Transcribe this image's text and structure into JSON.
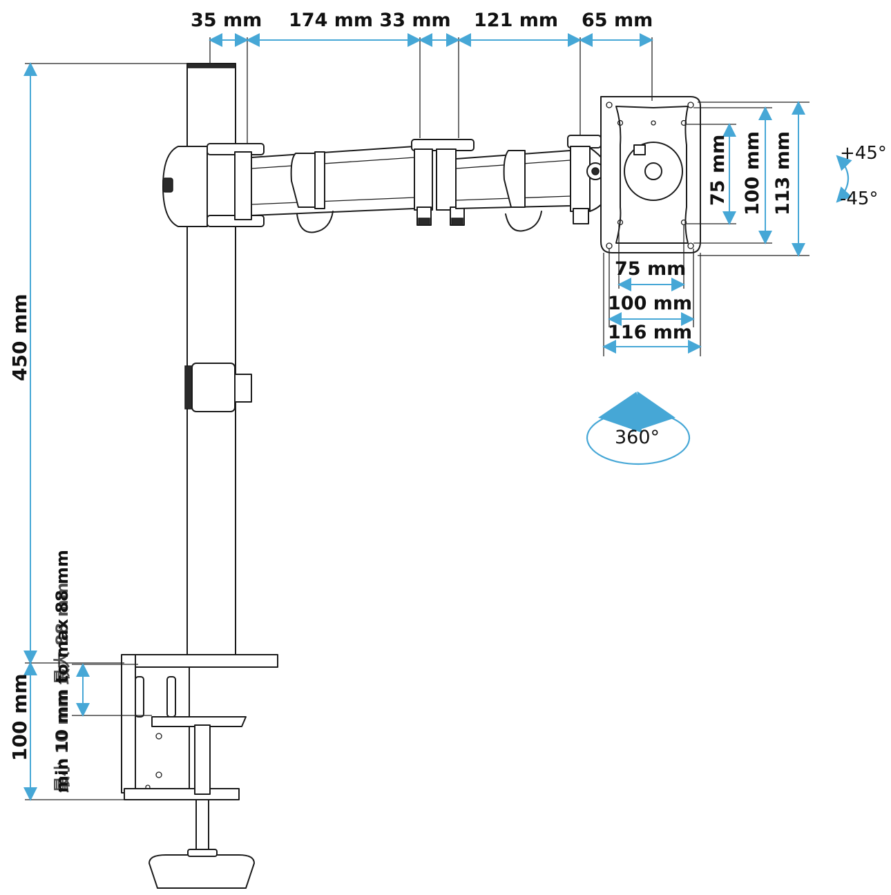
{
  "colors": {
    "dimension_accent": "#46a7d6",
    "line_art": "#1a1a1a",
    "text": "#111111",
    "background": "#ffffff"
  },
  "top_dimensions": {
    "d1": "35 mm",
    "d2": "174 mm 33 mm",
    "d3": "121 mm",
    "d4": "65 mm"
  },
  "vertical_dimensions": {
    "pole_height": "450 mm",
    "clamp_height": "100 mm",
    "desk_range": "min 10 mm to max 88 mm",
    "desk_range_overlay": "最小 10 mm 最大 88 mm"
  },
  "vesa": {
    "v_inner": "75 mm",
    "v_mid": "100 mm",
    "v_outer": "113 mm",
    "h_inner": "75 mm",
    "h_mid": "100 mm",
    "h_outer": "116 mm"
  },
  "rotation": {
    "tilt_up": "+45°",
    "tilt_down": "-45°",
    "swivel": "360°"
  }
}
